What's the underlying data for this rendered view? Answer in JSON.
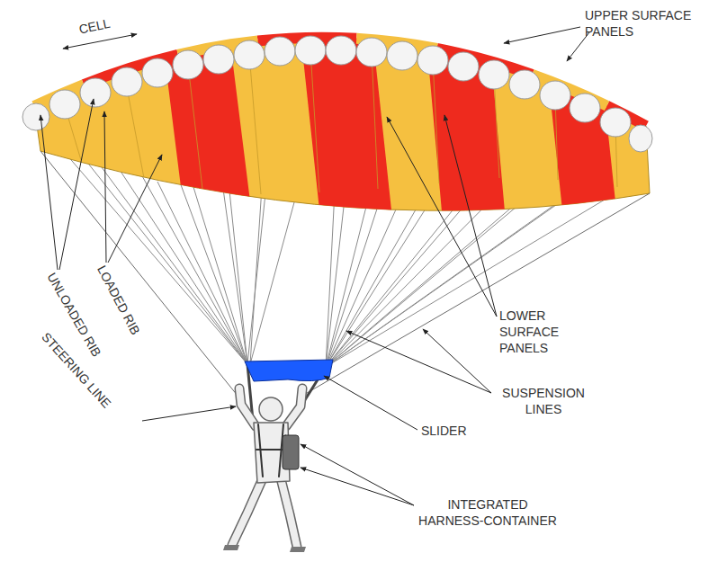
{
  "diagram": {
    "labels": [
      "CELL",
      "UPPER SURFACE PANELS",
      "LOADED RIB",
      "UNLOADED RIB",
      "STEERING LINE",
      "LOWER SURFACE PANELS",
      "SUSPENSION LINES",
      "SLIDER",
      "INTEGRATED HARNESS-CONTAINER"
    ]
  }
}
